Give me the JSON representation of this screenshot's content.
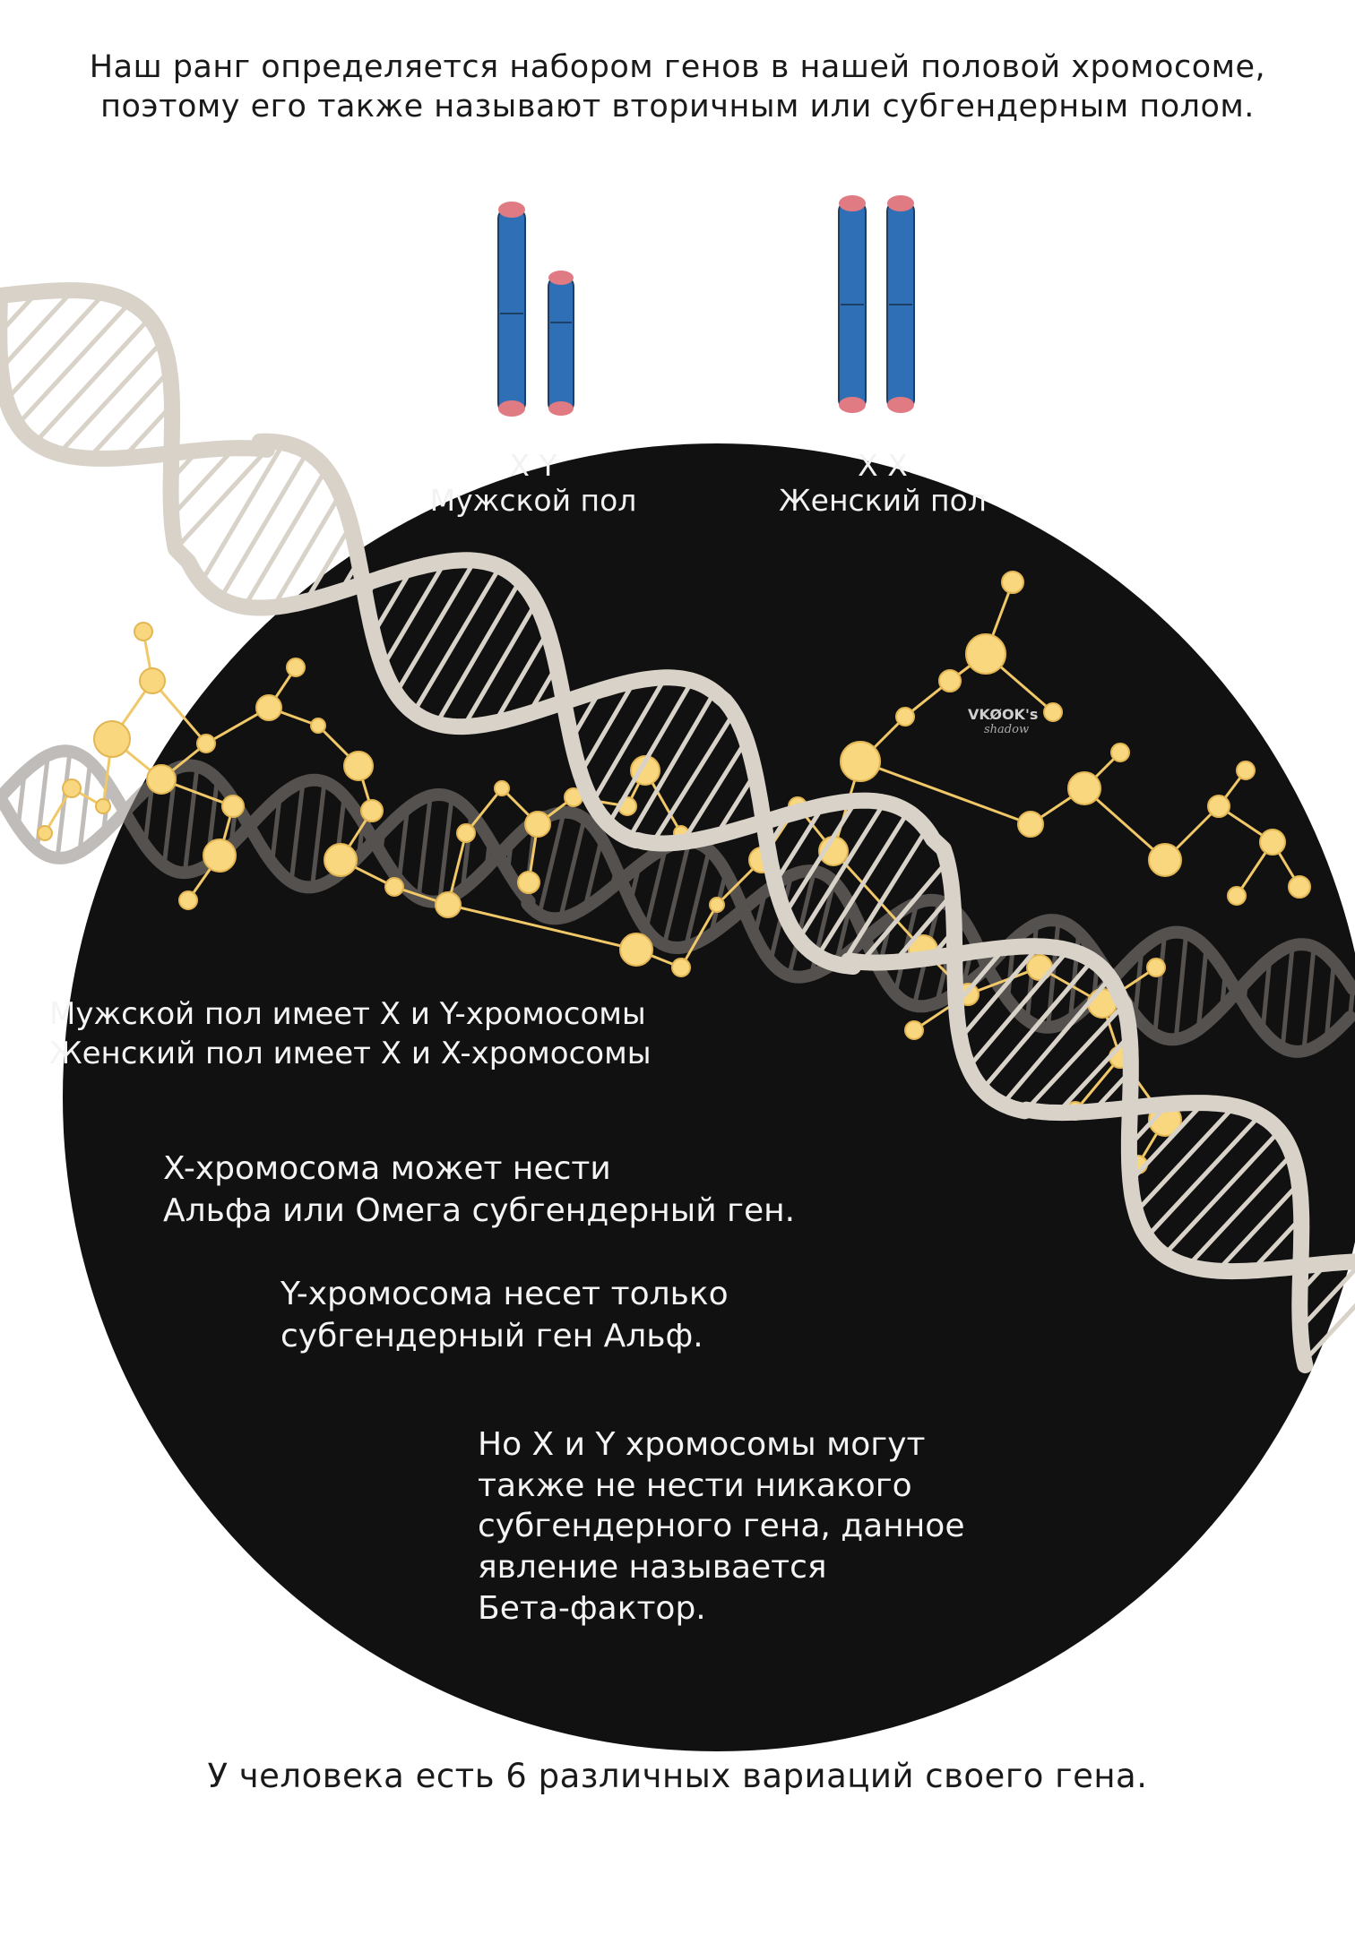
{
  "intro": {
    "line1": "Наш ранг определяется набором генов в нашей половой хромосоме,",
    "line2": "поэтому его также называют вторичным или субгендерным полом."
  },
  "chromosomes": {
    "male": {
      "pair": "X Y",
      "label": "Мужской пол"
    },
    "female": {
      "pair": "X X",
      "label": "Женский пол"
    }
  },
  "watermark": {
    "main": "VKØOK's",
    "sub": "shadow"
  },
  "blocks": {
    "sexes": [
      "Мужской пол имеет X и Y-хромосомы",
      "Женский пол имеет X и X-хромосомы"
    ],
    "x_chromosome": [
      "X-хромосома может нести",
      "Альфа или Омега субгендерный ген."
    ],
    "y_chromosome": [
      "Y-хромосома несет только",
      "субгендерный ген Альф."
    ],
    "beta_factor": [
      "Но X и Y хромосомы могут",
      "также не нести никакого",
      "субгендерного гена, данное",
      "явление называется",
      "Бета-фактор."
    ]
  },
  "footer": "У человека есть 6 различных вариаций своего гена.",
  "colors": {
    "background": "#ffffff",
    "circle": "#111111",
    "dna_light": "#d8d2c8",
    "dna_dark": "#8c8680",
    "molecule": "#f8d77e",
    "chromosome_body": "#2f6fb5",
    "chromosome_tip": "#e07a83"
  }
}
